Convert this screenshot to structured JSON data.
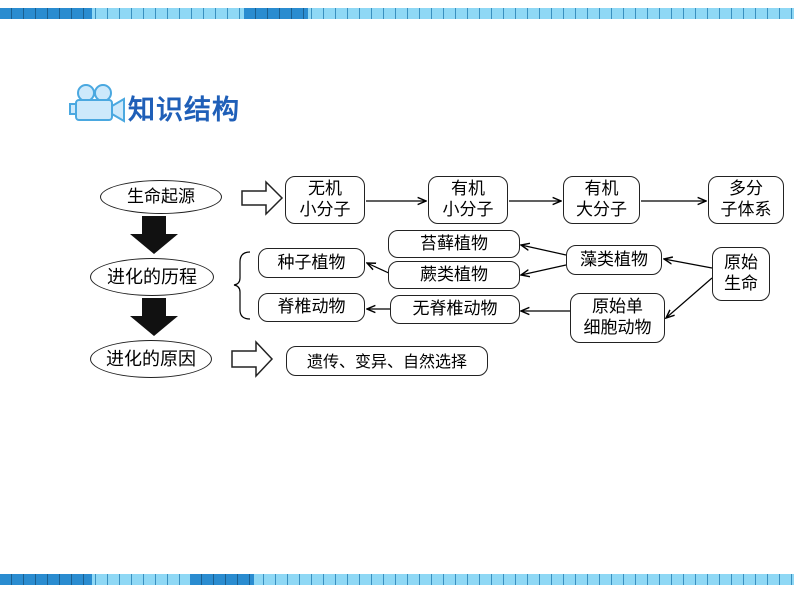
{
  "title": "知识结构",
  "left": {
    "origin": "生命起源",
    "process": "进化的历程",
    "cause": "进化的原因"
  },
  "origin_chain": [
    "无机\n小分子",
    "有机\n小分子",
    "有机\n大分子",
    "多分\n子体系"
  ],
  "process": {
    "moss": "苔藓植物",
    "fern": "蕨类植物",
    "algae": "藻类植物",
    "primitive_life": "原始\n生命",
    "seed": "种子植物",
    "vertebrate": "脊椎动物",
    "invertebrate": "无脊椎动物",
    "protozoa": "原始单\n细胞动物"
  },
  "cause": "遗传、变异、自然选择",
  "colors": {
    "title": "#1f5fb8",
    "bar": "#8fd8f5"
  }
}
